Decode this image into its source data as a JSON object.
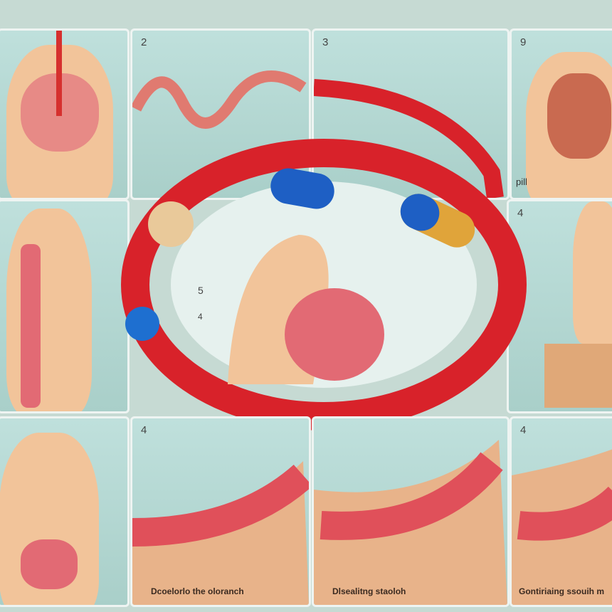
{
  "panels": {
    "top": [
      {
        "num": ""
      },
      {
        "num": "2"
      },
      {
        "num": "3"
      },
      {
        "num": "9",
        "label": "pill"
      }
    ],
    "middle_center": {
      "num_a": "5",
      "num_b": "4"
    },
    "middle_right": {
      "num": "4"
    },
    "bottom": [
      {
        "num": ""
      },
      {
        "num": "4",
        "caption": "Dcoelorlo the oloranch"
      },
      {
        "num": "",
        "caption": "Dlsealitng staoloh"
      },
      {
        "num": "4",
        "caption": "Gontiriaing ssouih m"
      }
    ]
  },
  "colors": {
    "ring": "#d8222a",
    "capsule_blue": "#1e5fc4",
    "capsule_gold": "#e0a43a",
    "skin": "#f2c49a",
    "background": "#c6dad3"
  }
}
